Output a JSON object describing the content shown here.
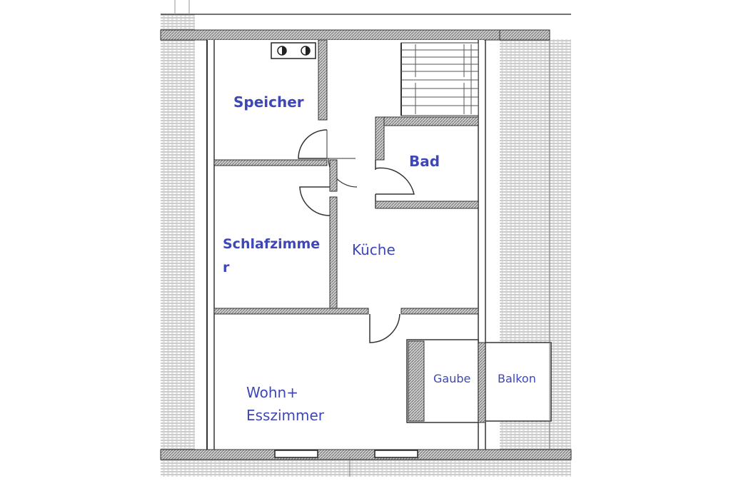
{
  "floorplan": {
    "rooms": {
      "speicher": "Speicher",
      "bad": "Bad",
      "schlafzimmer_line1": "Schlafzimme",
      "schlafzimmer_line2": "r",
      "kueche": "Küche",
      "wohn_line1": "Wohn+",
      "wohn_line2": "Esszimmer",
      "gaube": "Gaube",
      "balkon": "Balkon"
    },
    "colors": {
      "label": "#3d47b8",
      "wall": "#2a2a2a",
      "hatch": "#8a8a8a"
    }
  }
}
